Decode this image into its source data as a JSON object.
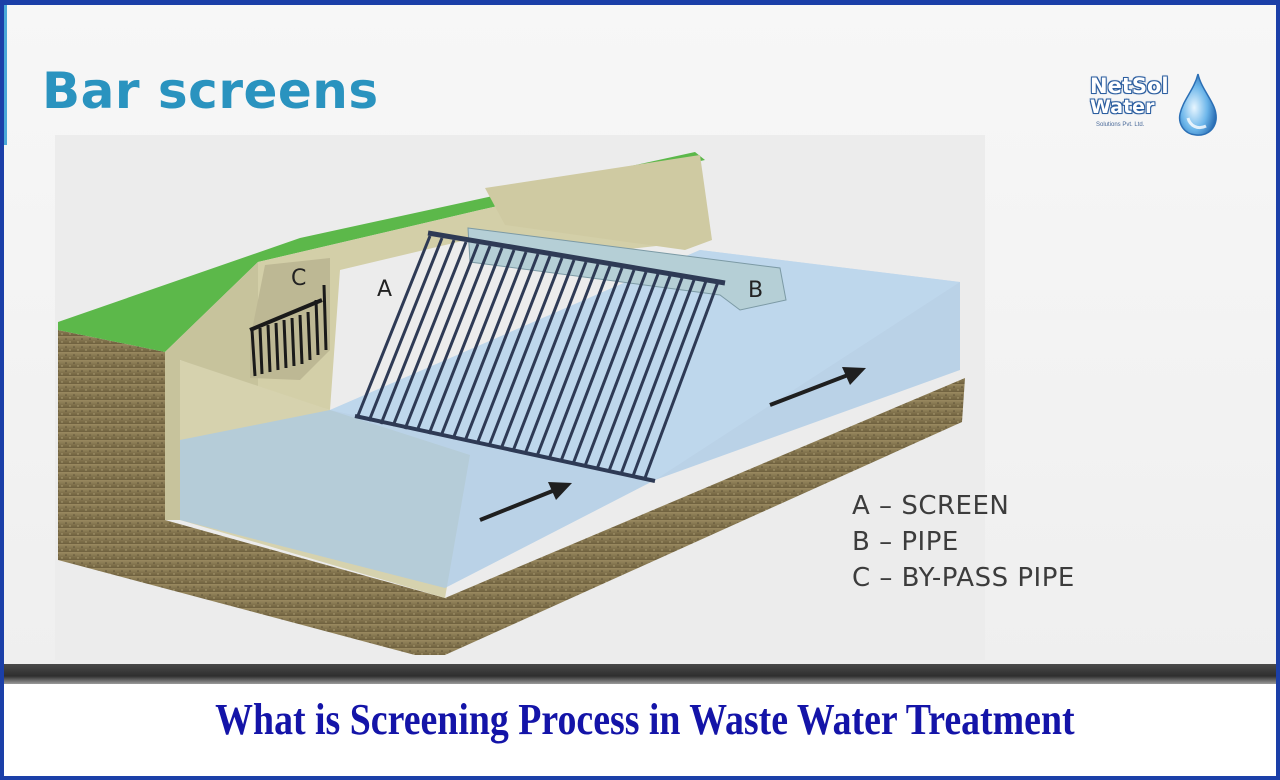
{
  "heading": "Bar screens",
  "logo": {
    "line1": "NetSol",
    "line2": "Water",
    "tagline": "Solutions Pvt. Ltd."
  },
  "diagram_labels": {
    "a": "A",
    "b": "B",
    "c": "C"
  },
  "legend": [
    {
      "text": "A – SCREEN"
    },
    {
      "text": "B – PIPE"
    },
    {
      "text": "C – BY-PASS PIPE"
    }
  ],
  "caption": "What is Screening Process in Waste Water Treatment",
  "colors": {
    "heading": "#2a93bf",
    "grass": "#5cb84a",
    "soil": "#8a7a55",
    "concrete": "#c9c5a0",
    "water": "#a9c9e6",
    "caption": "#1414a8",
    "frame": "#1b3fa8"
  }
}
